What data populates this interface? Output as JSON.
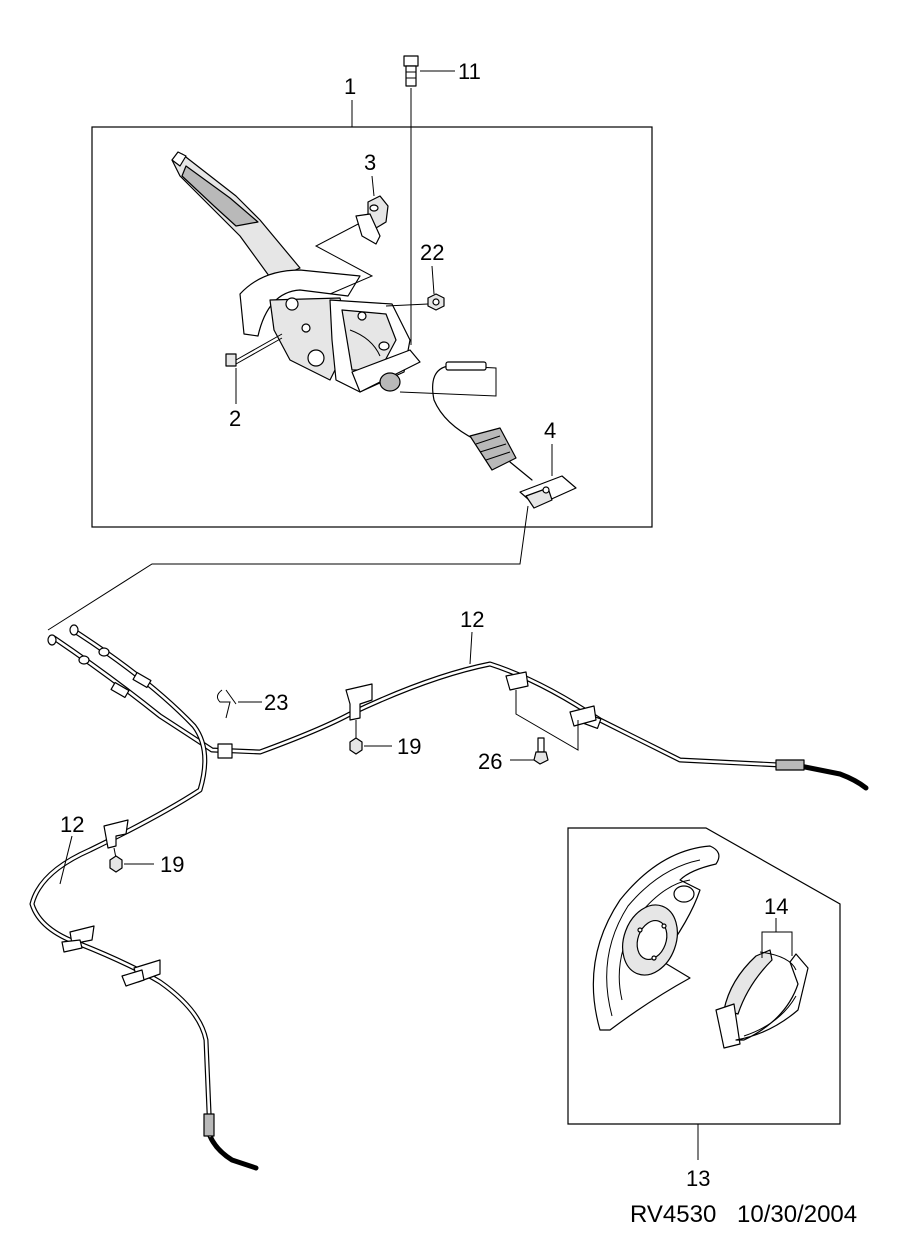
{
  "callouts": {
    "c1": "1",
    "c2": "2",
    "c3": "3",
    "c4": "4",
    "c11": "11",
    "c22": "22",
    "c12a": "12",
    "c12b": "12",
    "c23": "23",
    "c19a": "19",
    "c19b": "19",
    "c26": "26",
    "c13": "13",
    "c14": "14"
  },
  "footer": {
    "drawing_number": "RV4530",
    "date": "10/30/2004"
  }
}
